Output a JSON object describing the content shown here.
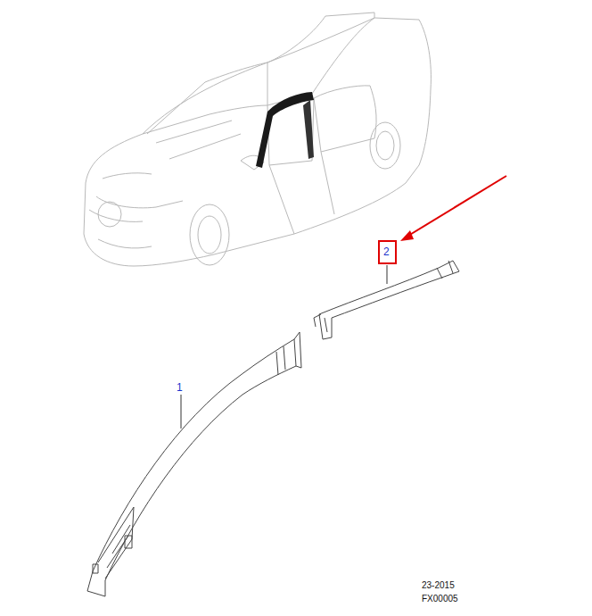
{
  "diagram": {
    "labels": [
      "2",
      "1",
      "23-2015",
      "FX00005"
    ]
  }
}
